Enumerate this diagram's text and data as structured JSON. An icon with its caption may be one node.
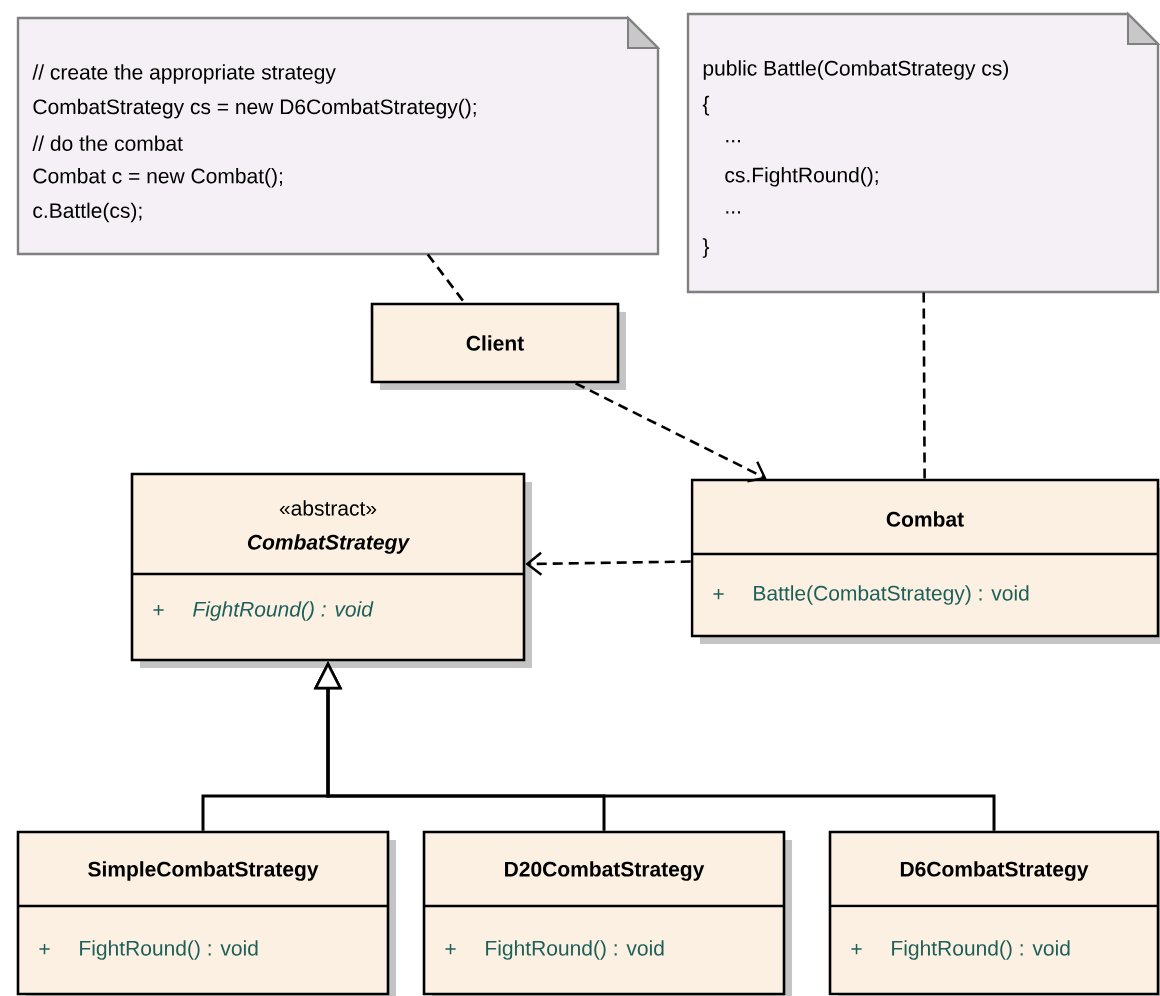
{
  "diagram": {
    "nodes": [
      {
        "text": [
          "// create the appropriate strategy",
          "CombatStrategy cs = new D6CombatStrategy();",
          "// do the combat",
          "Combat c = new Combat();",
          "c.Battle(cs);"
        ]
      },
      {
        "text": [
          "public Battle(CombatStrategy cs)",
          "{",
          "...",
          "cs.FightRound();",
          "...",
          "}"
        ]
      },
      {
        "text": [
          "Client"
        ]
      },
      {
        "text": [
          "«abstract»",
          "CombatStrategy",
          "+",
          "FightRound() : void"
        ]
      },
      {
        "text": [
          "Combat",
          "+",
          "Battle(CombatStrategy) : void"
        ]
      },
      {
        "text": [
          "SimpleCombatStrategy",
          "+",
          "FightRound() : void"
        ]
      },
      {
        "text": [
          "D20CombatStrategy",
          "+",
          "FightRound() : void"
        ]
      },
      {
        "text": [
          "D6CombatStrategy",
          "+",
          "FightRound() : void"
        ]
      }
    ],
    "edges": [
      {
        "from": 0,
        "to": 2,
        "arrow": "none",
        "style": "dashed"
      },
      {
        "from": 1,
        "to": 4,
        "arrow": "none",
        "style": "dashed"
      },
      {
        "from": 2,
        "to": 4,
        "arrow": "to",
        "style": "dashed"
      },
      {
        "from": 4,
        "to": 3,
        "arrow": "to",
        "style": "dashed"
      },
      {
        "from": 5,
        "to": 3,
        "arrow": "to"
      },
      {
        "from": 6,
        "to": 3,
        "arrow": "to"
      },
      {
        "from": 7,
        "to": 3,
        "arrow": "to"
      }
    ]
  }
}
